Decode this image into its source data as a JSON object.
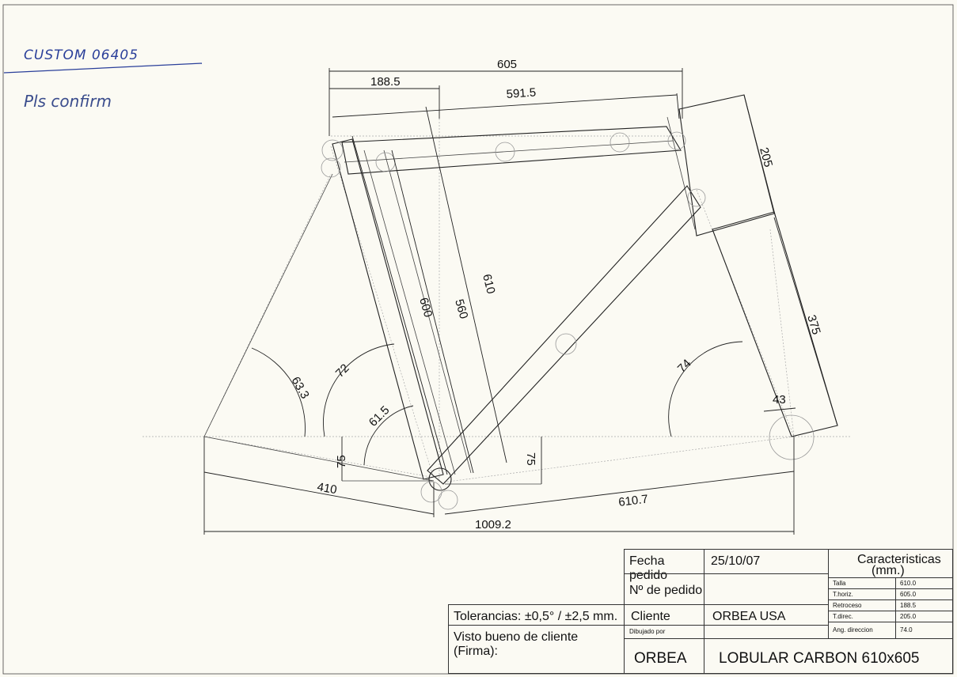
{
  "handwriting": {
    "line1": "CUSTOM 06405",
    "line2": "Pls confirm"
  },
  "dimensions": {
    "effective_top_tube": "605",
    "setback": "188.5",
    "top_tube": "591.5",
    "head_tube": "205",
    "fork_length": "375",
    "seat_tube_600": "600",
    "seat_tube_560": "560",
    "seat_tube_610": "610",
    "angle_63_3": "63.3",
    "angle_72": "72",
    "angle_61_5": "61.5",
    "angle_74": "74",
    "offset_43": "43",
    "bb_drop_left": "75",
    "bb_drop_right": "75",
    "chainstay": "410",
    "front_center": "610.7",
    "wheelbase": "1009.2"
  },
  "title_block": {
    "fecha_label": "Fecha pedido",
    "fecha_value": "25/10/07",
    "pedido_label": "Nº de pedido",
    "pedido_value": "",
    "cliente_label": "Cliente",
    "cliente_value": "ORBEA USA",
    "dibujado_label": "Dibujado por",
    "dibujado_value": "",
    "tolerancias": "Tolerancias: ±0,5° / ±2,5 mm.",
    "visto_bueno": "Visto bueno de cliente (Firma):",
    "brand": "ORBEA",
    "model": "LOBULAR CARBON 610x605",
    "caracteristicas_title": "Caracteristicas",
    "caracteristicas_unit": "(mm.)",
    "specs": [
      {
        "label": "Talla",
        "value": "610.0"
      },
      {
        "label": "T.horiz.",
        "value": "605.0"
      },
      {
        "label": "Retroceso",
        "value": "188.5"
      },
      {
        "label": "T.direc.",
        "value": "205.0"
      },
      {
        "label": "Ang. direccion",
        "value": "74.0"
      }
    ]
  }
}
